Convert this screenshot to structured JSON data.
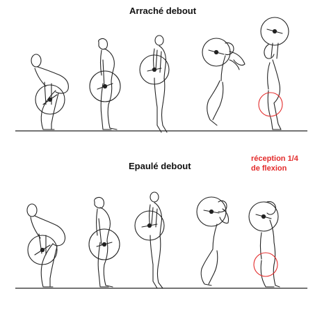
{
  "titles": {
    "snatch": "Arraché debout",
    "clean": "Epaulé debout"
  },
  "note": {
    "line1": "réception 1/4",
    "line2": "de flexion",
    "color": "#e32b2b"
  },
  "colors": {
    "ink": "#222222",
    "highlight": "#e32b2b"
  }
}
